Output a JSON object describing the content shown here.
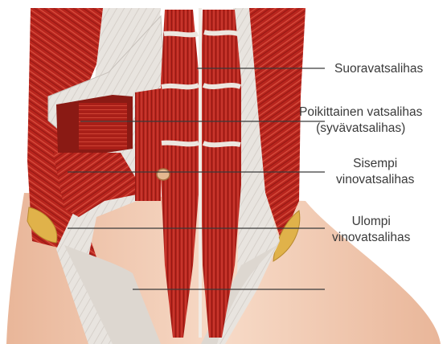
{
  "colors": {
    "muscle": "#b5231c",
    "muscle_dark": "#7e120e",
    "muscle_light": "#d84a3c",
    "fascia": "#e6e2dd",
    "fascia_shadow": "#c8c2bc",
    "skin": "#f3cfb8",
    "skin_shadow": "#dfa989",
    "fat": "#e0b24a",
    "leader_line": "#3a3a3a",
    "label_text": "#3a3a3a"
  },
  "labels": {
    "rectus": {
      "line1": "Suoravatsalihas"
    },
    "transversus": {
      "line1": "Poikittainen vatsalihas",
      "line2": "(syvävatsalihas)"
    },
    "internal_oblique": {
      "line1": "Sisempi",
      "line2": "vinovatsalihas"
    },
    "external_oblique": {
      "line1": "Ulompi",
      "line2": "vinovatsalihas"
    }
  }
}
